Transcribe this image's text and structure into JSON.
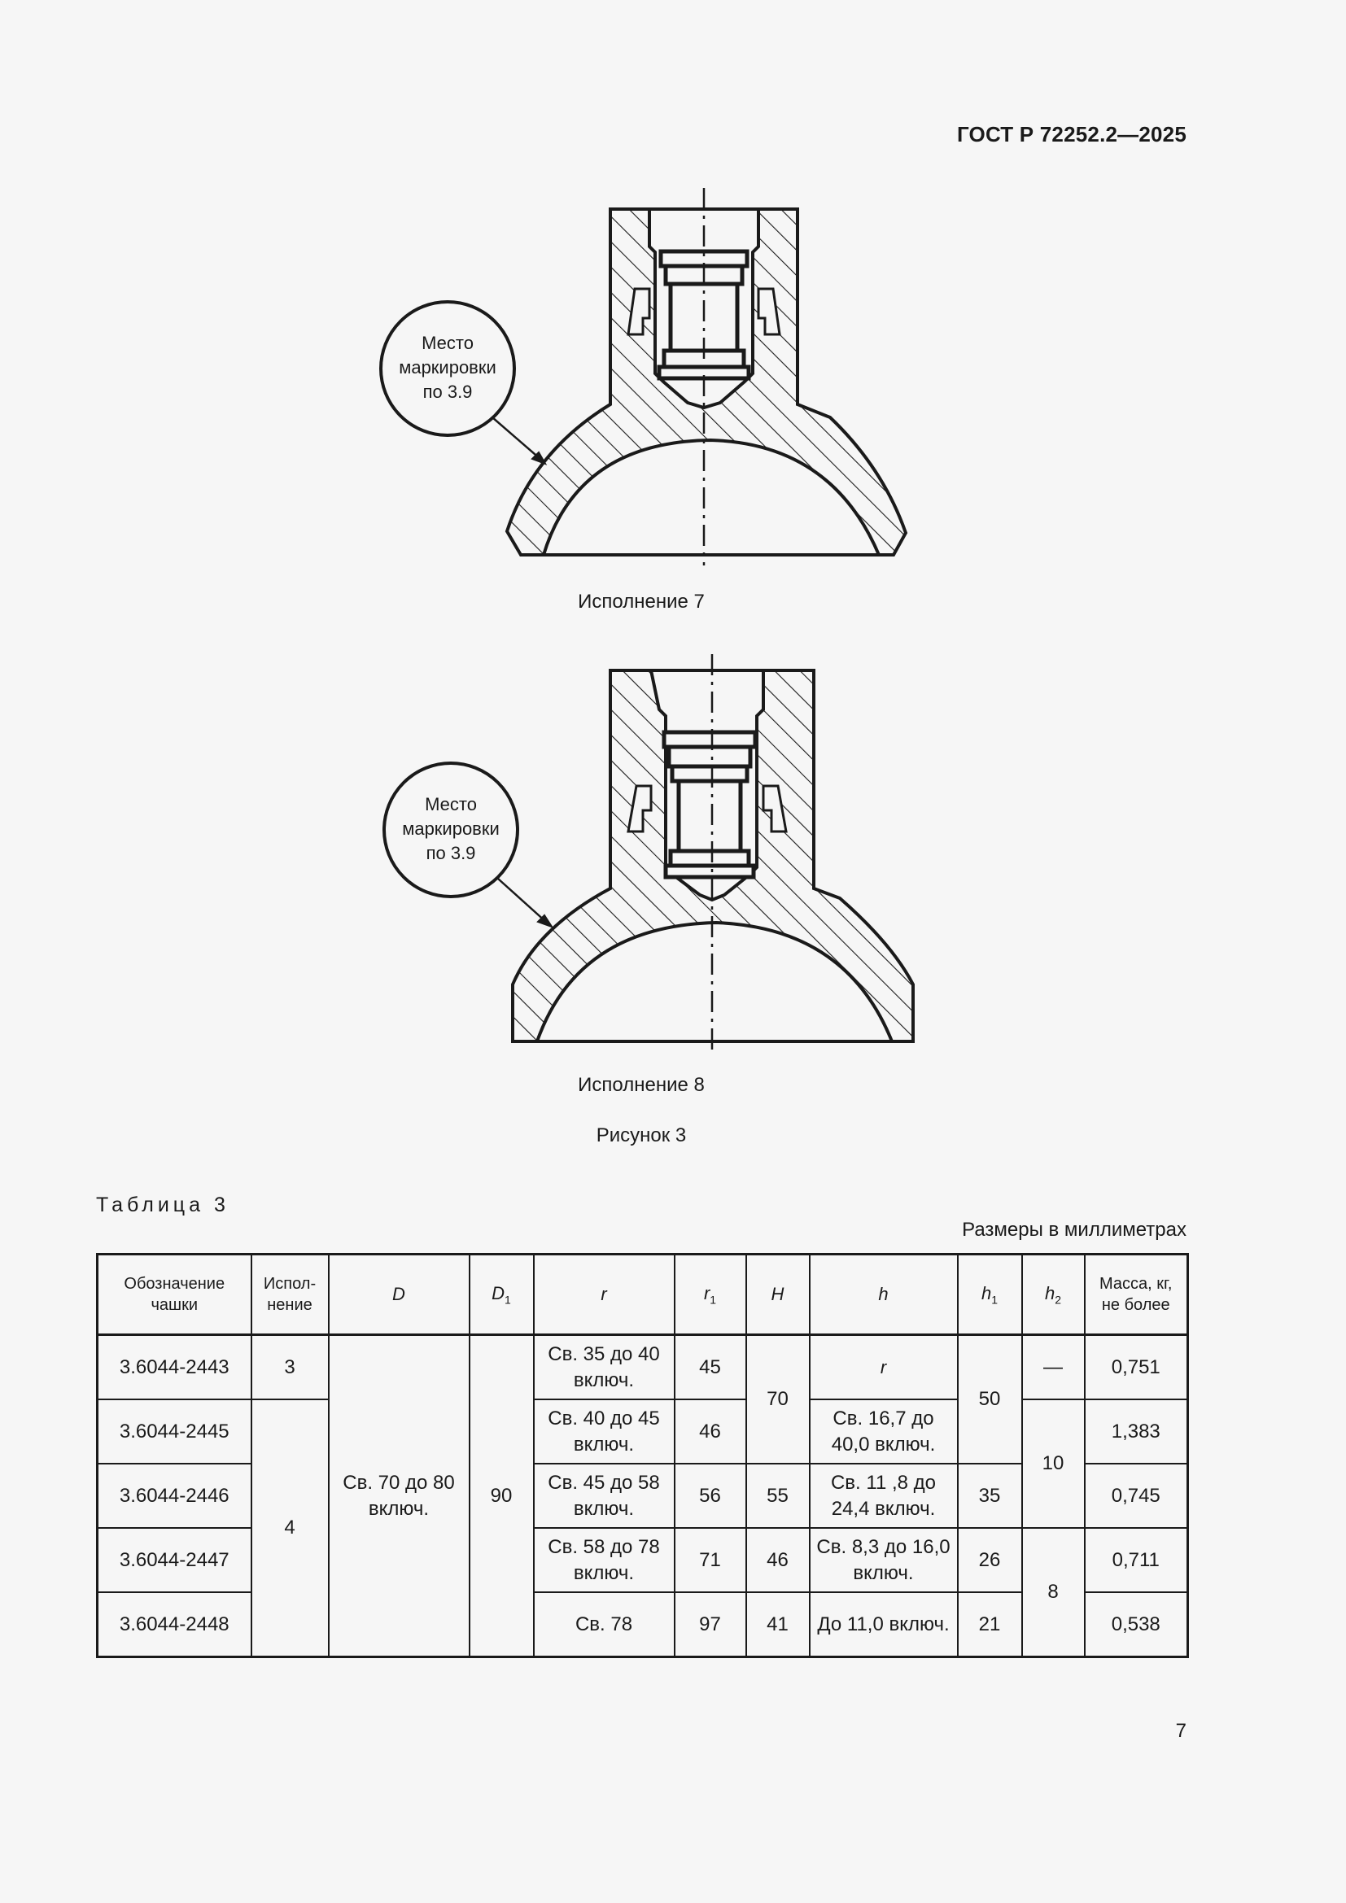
{
  "header": {
    "code": "ГОСТ Р 72252.2—2025"
  },
  "figures": [
    {
      "callout": [
        "Место",
        "маркировки",
        "по 3.9"
      ],
      "caption": "Исполнение 7"
    },
    {
      "callout": [
        "Место",
        "маркировки",
        "по 3.9"
      ],
      "caption": "Исполнение 8"
    }
  ],
  "figure_caption": "Рисунок 3",
  "table": {
    "label": "Таблица 3",
    "units": "Размеры в миллиметрах",
    "columns": {
      "designation": "Обозначение чашки",
      "version": "Испол-нение",
      "D": "D",
      "D1": "D",
      "D1_sub": "1",
      "r": "r",
      "r1": "r",
      "r1_sub": "1",
      "H": "H",
      "h": "h",
      "h1": "h",
      "h1_sub": "1",
      "h2": "h",
      "h2_sub": "2",
      "mass": "Масса, кг, не более"
    },
    "rows": [
      {
        "designation": "3.6044-2443",
        "r": "Св. 35 до 40 включ.",
        "r1": "45",
        "h": "r",
        "h2": "—",
        "mass": "0,751"
      },
      {
        "designation": "3.6044-2445",
        "r": "Св. 40 до 45 включ.",
        "r1": "46",
        "h": "Св. 16,7 до 40,0 включ.",
        "mass": "1,383"
      },
      {
        "designation": "3.6044-2446",
        "r": "Св. 45 до 58 включ.",
        "r1": "56",
        "H": "55",
        "h": "Св. 11 ,8 до 24,4 включ.",
        "h1": "35",
        "mass": "0,745"
      },
      {
        "designation": "3.6044-2447",
        "r": "Св. 58 до 78 включ.",
        "r1": "71",
        "H": "46",
        "h": "Св. 8,3 до 16,0 включ.",
        "h1": "26",
        "mass": "0,711"
      },
      {
        "designation": "3.6044-2448",
        "r": "Св. 78",
        "r1": "97",
        "H": "41",
        "h": "До 11,0 включ.",
        "h1": "21",
        "mass": "0,538"
      }
    ],
    "merged": {
      "version_row1": "3",
      "version_rows2_5": "4",
      "D_all": "Св. 70 до 80 включ.",
      "D1_all": "90",
      "H_rows1_2": "70",
      "h1_rows1_2": "50",
      "h2_rows2_3": "10",
      "h2_rows4_5": "8"
    }
  },
  "page_number": "7"
}
